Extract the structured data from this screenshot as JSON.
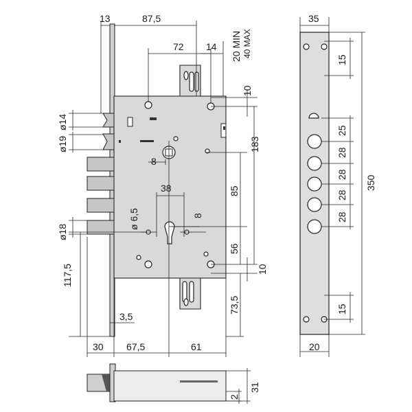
{
  "dimensions": {
    "d13": "13",
    "d87_5": "87,5",
    "d72": "72",
    "d14": "14",
    "d20min": "20 MIN",
    "d40max": "40 MAX",
    "d10_top": "10",
    "d183": "183",
    "d85": "85",
    "d56": "56",
    "d10_bottom": "10",
    "d73_5": "73,5",
    "d38": "38",
    "d8_a": "8",
    "d8_b": "8",
    "d6_5": "ø 6,5",
    "d14_dia": "ø14",
    "d19_dia": "ø19",
    "d18_dia": "ø18",
    "d117_5": "117,5",
    "d3_5": "3,5",
    "d30": "30",
    "d67_5": "67,5",
    "d61": "61",
    "d35": "35",
    "d15_top": "15",
    "d25": "25",
    "d28_1": "28",
    "d28_2": "28",
    "d28_3": "28",
    "d28_4": "28",
    "d350": "350",
    "d15_bottom": "15",
    "d20": "20",
    "d2": "2",
    "d31": "31"
  }
}
